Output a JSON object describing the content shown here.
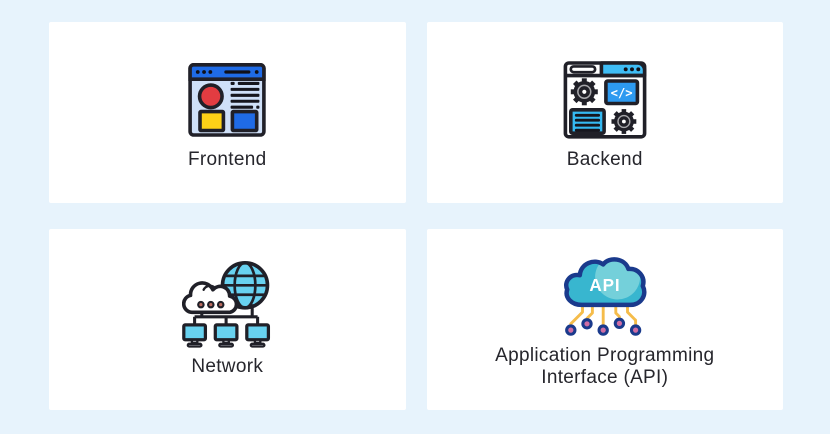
{
  "theme": {
    "page_background": "#e7f3fc",
    "card_background": "#ffffff",
    "label_color": "#26262c",
    "icon_outline_dark": "#202028",
    "icon_outline_navy": "#1a3a8c",
    "icon_blue": "#1f6be6",
    "icon_cyan": "#3fbdf5",
    "icon_light_cyan": "#68d2f0",
    "icon_teal": "#38b6cf",
    "icon_red": "#e23c41",
    "icon_yellow": "#fdd117",
    "icon_trace_yellow": "#f5bc4a",
    "icon_node_pink": "#cf6da4"
  },
  "cards": [
    {
      "label": "Frontend",
      "icon": "frontend-browser-icon"
    },
    {
      "label": "Backend",
      "icon": "backend-gears-code-icon"
    },
    {
      "label": "Network",
      "icon": "network-cloud-globe-icon"
    },
    {
      "label": "Application Programming Interface (API)",
      "icon": "api-cloud-circuit-icon"
    }
  ],
  "icon_text": {
    "api_label": "API",
    "code_glyph": "</>"
  }
}
